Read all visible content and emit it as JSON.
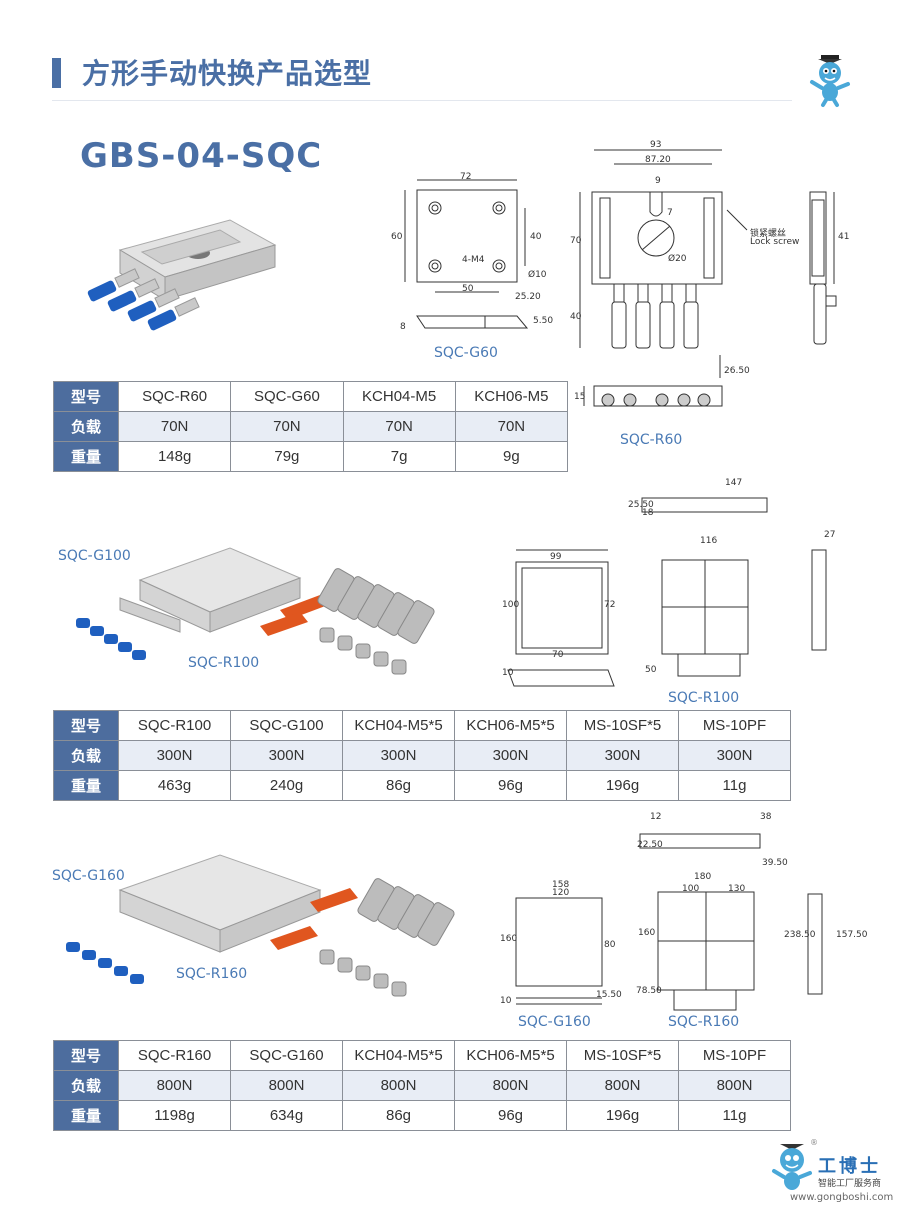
{
  "header": {
    "title": "方形手动快换产品选型"
  },
  "model": {
    "name": "GBS-04-SQC"
  },
  "section1": {
    "drawing_left_label": "SQC-G60",
    "drawing_bottom_label": "SQC-R60",
    "lock_screw_cn": "锁紧螺丝",
    "lock_screw_en": "Lock screw",
    "dims": {
      "d93": "93",
      "d87": "87.20",
      "d9": "9",
      "d7": "7",
      "d70": "70",
      "d40": "40",
      "d20": "Ø20",
      "d41": "41",
      "d72": "72",
      "d60": "60",
      "d40b": "40",
      "d50": "50",
      "dm4": "4-M4",
      "d10": "Ø10",
      "d25": "25.20",
      "d8": "8",
      "d550": "5.50",
      "d2650": "26.50",
      "d15": "15"
    },
    "table": {
      "headers": [
        "型号",
        "负载",
        "重量"
      ],
      "columns": [
        "SQC-R60",
        "SQC-G60",
        "KCH04-M5",
        "KCH06-M5"
      ],
      "load": [
        "70N",
        "70N",
        "70N",
        "70N"
      ],
      "weight": [
        "148g",
        "79g",
        "7g",
        "9g"
      ]
    }
  },
  "section2": {
    "photo_label_top": "SQC-G100",
    "photo_label_bottom": "SQC-R100",
    "drawing_label": "SQC-R100",
    "dims": {
      "d147": "147",
      "d2550": "25.50",
      "d18": "18",
      "d116": "116",
      "d27": "27",
      "d99": "99",
      "d100": "100",
      "d72": "72",
      "d70": "70",
      "d50": "50",
      "d10": "10"
    },
    "table": {
      "headers": [
        "型号",
        "负载",
        "重量"
      ],
      "columns": [
        "SQC-R100",
        "SQC-G100",
        "KCH04-M5*5",
        "KCH06-M5*5",
        "MS-10SF*5",
        "MS-10PF"
      ],
      "load": [
        "300N",
        "300N",
        "300N",
        "300N",
        "300N",
        "300N"
      ],
      "weight": [
        "463g",
        "240g",
        "86g",
        "96g",
        "196g",
        "11g"
      ]
    }
  },
  "section3": {
    "photo_label_top": "SQC-G160",
    "photo_label_bottom": "SQC-R160",
    "drawing_label_left": "SQC-G160",
    "drawing_label_right": "SQC-R160",
    "dims": {
      "d12": "12",
      "d38": "38",
      "d2250": "22.50",
      "d3950": "39.50",
      "d180": "180",
      "d100": "100",
      "d130": "130",
      "d158": "158",
      "d120": "120",
      "d160": "160",
      "d80": "80",
      "d7850": "78.50",
      "d23850": "238.50",
      "d15750": "157.50",
      "d10": "10",
      "d1550": "15.50"
    },
    "table": {
      "headers": [
        "型号",
        "负载",
        "重量"
      ],
      "columns": [
        "SQC-R160",
        "SQC-G160",
        "KCH04-M5*5",
        "KCH06-M5*5",
        "MS-10SF*5",
        "MS-10PF"
      ],
      "load": [
        "800N",
        "800N",
        "800N",
        "800N",
        "800N",
        "800N"
      ],
      "weight": [
        "1198g",
        "634g",
        "86g",
        "96g",
        "196g",
        "11g"
      ]
    }
  },
  "brand": {
    "name": "工博士",
    "tagline": "智能工厂服务商",
    "url": "www.gongboshi.com",
    "reg": "®"
  },
  "colors": {
    "accent": "#4a6fa5",
    "table_header": "#4d6d9e",
    "table_alt_row": "#e8edf5",
    "label_blue": "#4a7ab5",
    "fitting_blue": "#1f5fbf",
    "handle_orange": "#e0561f"
  }
}
